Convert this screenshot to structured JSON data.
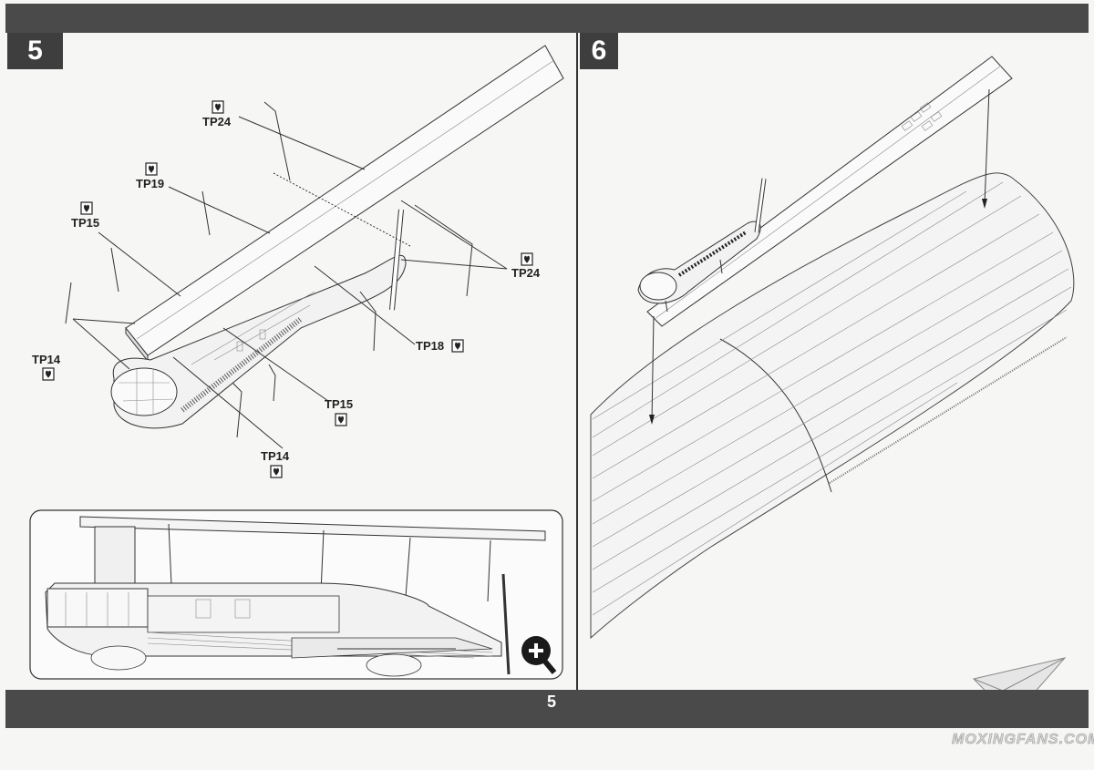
{
  "steps": {
    "step5": "5",
    "step6": "6"
  },
  "page_number": "5",
  "parts": {
    "tp24_top": "TP24",
    "tp19": "TP19",
    "tp15_left": "TP15",
    "tp14_left": "TP14",
    "tp24_right": "TP24",
    "tp18": "TP18",
    "tp15_bottom": "TP15",
    "tp14_bottom": "TP14"
  },
  "watermark": "MOXINGFANS.COM",
  "icons": {
    "photo_etch": "heart-badge-icon",
    "zoom": "zoom-plus-icon",
    "logo": "paper-plane-logo"
  },
  "colors": {
    "band": "#4a4a4a",
    "ink": "#222222",
    "paper": "#f6f6f4"
  }
}
